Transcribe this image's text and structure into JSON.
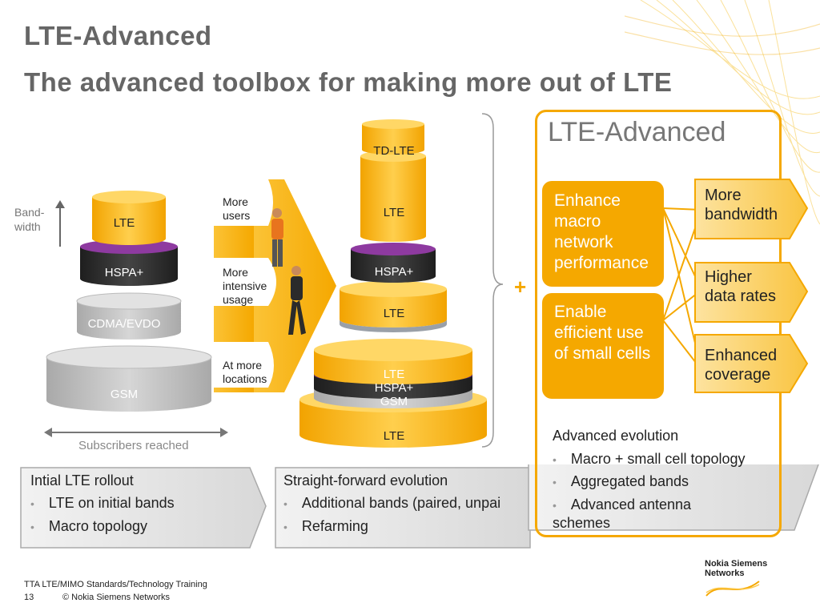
{
  "title": "LTE-Advanced",
  "subtitle": "The advanced toolbox for making more out of LTE",
  "left": {
    "y_axis_label": [
      "Band-",
      "width"
    ],
    "x_axis_label": "Subscribers reached",
    "stack": [
      "LTE",
      "HSPA+",
      "CDMA/EVDO",
      "GSM"
    ]
  },
  "growth_arrow": {
    "items": [
      {
        "lines": [
          "More",
          "users"
        ]
      },
      {
        "lines": [
          "More",
          "intensive",
          "usage"
        ]
      },
      {
        "lines": [
          "At more",
          "locations"
        ]
      }
    ]
  },
  "middle": {
    "stack": [
      "TD-LTE",
      "LTE",
      "HSPA+",
      "LTE",
      "LTE",
      "HSPA+",
      "GSM",
      "LTE"
    ]
  },
  "plus": "+",
  "lte_advanced": {
    "heading": "LTE-Advanced",
    "box1": [
      "Enhance",
      "macro",
      "network",
      "performance"
    ],
    "box2": [
      "Enable",
      "efficient use",
      "of small cells"
    ],
    "arrows": [
      [
        "More",
        "bandwidth"
      ],
      [
        "Higher",
        "data rates"
      ],
      [
        "Enhanced",
        "coverage"
      ]
    ]
  },
  "phases": [
    {
      "title": "Intial LTE rollout",
      "bullets": [
        "LTE on initial bands",
        "Macro topology"
      ]
    },
    {
      "title": "Straight-forward evolution",
      "bullets": [
        "Additional bands (paired, unpai",
        "Refarming"
      ]
    },
    {
      "title": "Advanced evolution",
      "bullets": [
        "Macro + small cell topology",
        "Aggregated bands",
        "Advanced antenna schemes"
      ]
    }
  ],
  "bullet_char": "•",
  "footer": {
    "line1": "TTA LTE/MIMO Standards/Technology Training",
    "page": "13",
    "copyright": "© Nokia Siemens Networks"
  },
  "logo": [
    "Nokia Siemens",
    "Networks"
  ],
  "colors": {
    "orange": "#f5a800",
    "orange_light": "#fdc84a",
    "purple": "#7a2a8c",
    "dark": "#2b2b2b",
    "grey": "#b8b8b8",
    "title_grey": "#666666"
  }
}
